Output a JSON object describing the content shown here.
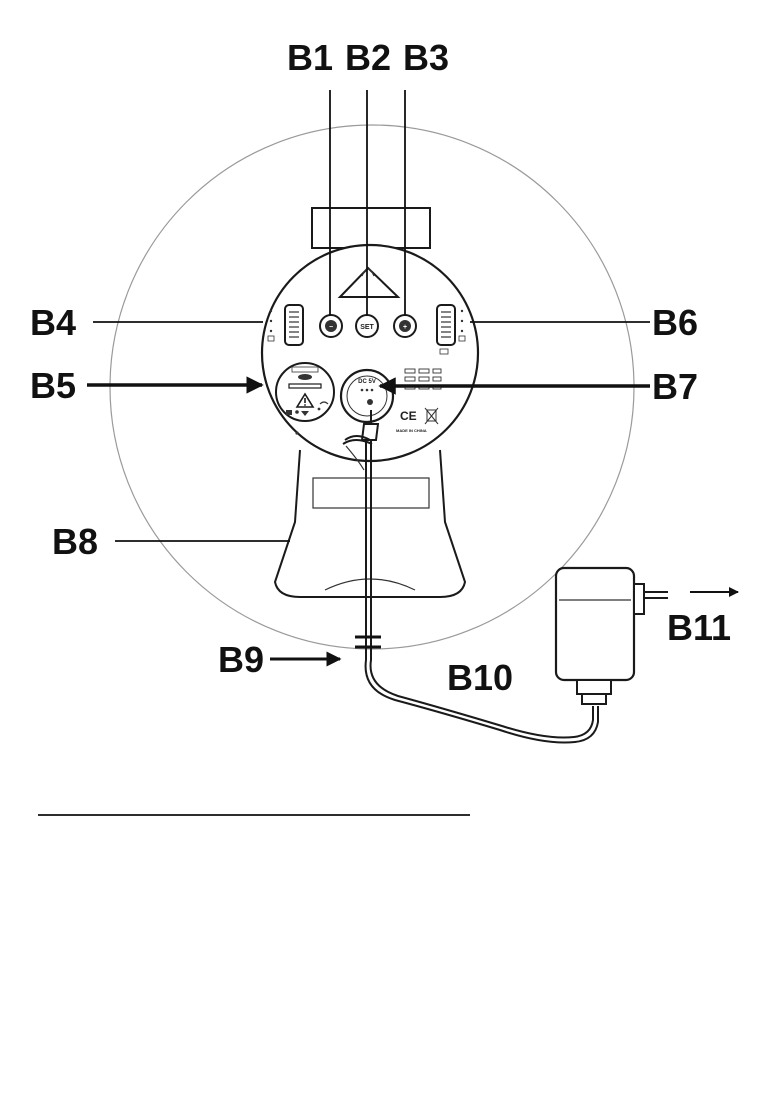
{
  "callouts": {
    "b1": "B1",
    "b2": "B2",
    "b3": "B3",
    "b4": "B4",
    "b5": "B5",
    "b6": "B6",
    "b7": "B7",
    "b8": "B8",
    "b9": "B9",
    "b10": "B10",
    "b11": "B11"
  },
  "device": {
    "button_minus": "−",
    "button_set": "SET",
    "button_plus": "+",
    "power_rating": "DC 5V",
    "ce_mark": "CE",
    "origin": "MADE IN CHINA"
  },
  "colors": {
    "ink": "#111111",
    "outline": "#2a2a2a",
    "face": "#9a9a9a"
  }
}
